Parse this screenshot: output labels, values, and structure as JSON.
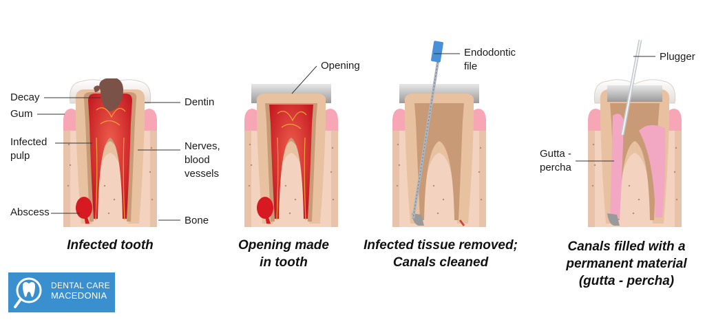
{
  "labels": {
    "decay": "Decay",
    "gum": "Gum",
    "infected_pulp": [
      "Infected",
      "pulp"
    ],
    "abscess": "Abscess",
    "dentin": "Dentin",
    "nerves": [
      "Nerves,",
      "blood",
      "vessels"
    ],
    "bone": "Bone",
    "opening": "Opening",
    "endodontic_file": [
      "Endodontic",
      "file"
    ],
    "plugger": "Plugger",
    "gutta_percha": [
      "Gutta -",
      "percha"
    ]
  },
  "captions": {
    "step1": [
      "Infected tooth"
    ],
    "step2": [
      "Opening made",
      "in tooth"
    ],
    "step3": [
      "Infected tissue removed;",
      "Canals cleaned"
    ],
    "step4": [
      "Canals filled with a",
      "permanent material",
      "(gutta - percha)"
    ]
  },
  "logo": {
    "line1": "DENTAL CARE",
    "line2": "MACEDONIA"
  },
  "colors": {
    "bone": "#f3d3bf",
    "gum": "#f6a6b4",
    "dentin": "#e8c2a0",
    "root_canal": "#c89a76",
    "enamel": "#f6f2f0",
    "infection": "#d71921",
    "filling": "#b9b9b9",
    "gutta_percha": "#f2a8c2",
    "logo_blue": "#3a8fcf"
  }
}
